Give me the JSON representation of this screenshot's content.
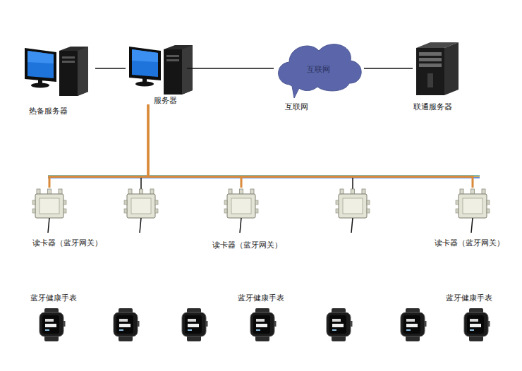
{
  "diagram": {
    "nodes": [
      {
        "text": [
          "热备服务器"
        ]
      },
      {
        "text": [
          "服务器"
        ]
      },
      {
        "text": [
          "互联网",
          "互联网"
        ]
      },
      {
        "text": [
          "联通服务器"
        ]
      },
      {
        "text": [
          "读卡器（蓝牙网关）"
        ]
      },
      {
        "text": [
          "读卡器（蓝牙网关）"
        ]
      },
      {
        "text": [
          "读卡器（蓝牙网关）"
        ]
      },
      {
        "text": [
          "蓝牙健康手表"
        ]
      },
      {
        "text": [
          "蓝牙健康手表"
        ]
      },
      {
        "text": [
          "蓝牙健康手表"
        ]
      }
    ],
    "edges": [
      {
        "from": 0,
        "to": 1,
        "arrow": "none"
      },
      {
        "from": 1,
        "to": 2,
        "arrow": "none"
      },
      {
        "from": 2,
        "to": 3,
        "arrow": "none"
      },
      {
        "from": 1,
        "to": 4,
        "arrow": "none"
      },
      {
        "from": 1,
        "to": 5,
        "arrow": "none"
      },
      {
        "from": 1,
        "to": 6,
        "arrow": "none"
      }
    ]
  }
}
